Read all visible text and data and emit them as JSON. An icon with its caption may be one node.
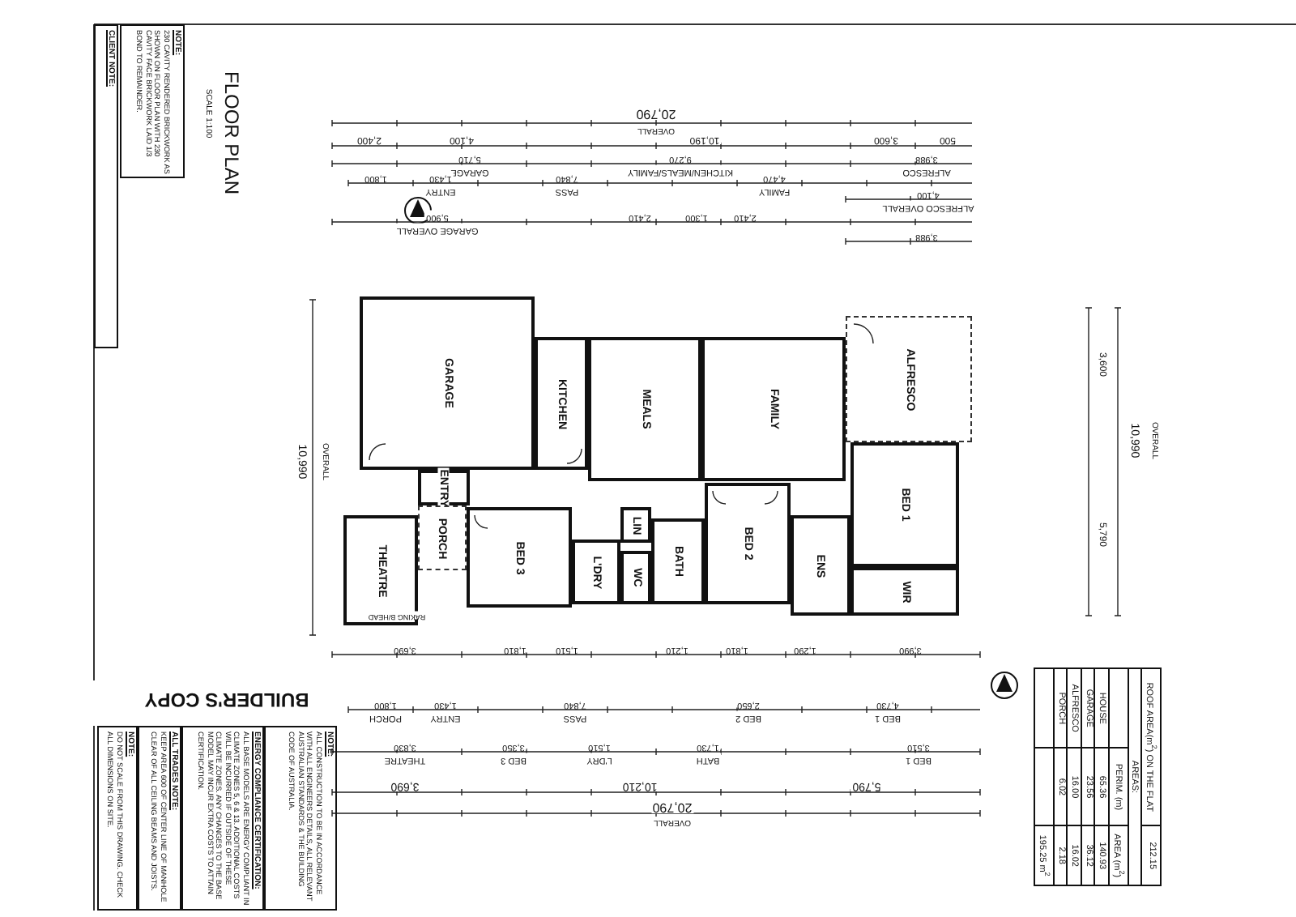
{
  "diagram": {
    "title": "FLOOR PLAN",
    "nodes": [
      {
        "text": [
          "GARAGE"
        ]
      },
      {
        "text": [
          "KITCHEN"
        ]
      },
      {
        "text": [
          "MEALS"
        ]
      },
      {
        "text": [
          "FAMILY"
        ]
      },
      {
        "text": [
          "ALFRESCO"
        ]
      },
      {
        "text": [
          "ENTRY"
        ]
      },
      {
        "text": [
          "PORCH"
        ]
      },
      {
        "text": [
          "THEATRE"
        ]
      },
      {
        "text": [
          "BED 3"
        ]
      },
      {
        "text": [
          "L'DRY"
        ]
      },
      {
        "text": [
          "LIN"
        ]
      },
      {
        "text": [
          "WC"
        ]
      },
      {
        "text": [
          "BATH"
        ]
      },
      {
        "text": [
          "BED 2"
        ]
      },
      {
        "text": [
          "ENS"
        ]
      },
      {
        "text": [
          "BED 1"
        ]
      },
      {
        "text": [
          "WIR"
        ]
      },
      {
        "text": [
          "NOTE:",
          "230 CAVITY RENDERED BRICKWORK AS SHOWN ON FLOOR PLAN WITH 230 CAVITY FACE BRICKWORK LAID 1/3 BOND TO REMAINDER."
        ]
      },
      {
        "text": [
          "CLIENT NOTE:"
        ]
      },
      {
        "text": [
          "NOTE:",
          "ALL CONSTRUCTION TO BE IN ACCORDANCE WITH ALL ENGINEERS DETAILS, ALL RELEVANT AUSTRALIAN STANDARDS & THE BUILDING CODE OF AUSTRALIA."
        ]
      },
      {
        "text": [
          "ENERGY COMPLIANCE CERTIFICATION:",
          "ALL BASE MODELS ARE ENERGY COMPLIANT IN CLIMATE ZONES 5, 6 & 13. ADDITIONAL COSTS WILL BE INCURRED IF OUTSIDE OF THESE CLIMATE ZONES. ANY CHANGES TO THE BASE MODEL MAY INCUR EXTRA COSTS TO ATTAIN CERTIFICATION."
        ]
      },
      {
        "text": [
          "ALL TRADES NOTE:",
          "KEEP AREA 600 OF CENTER LINE OF MANHOLE CLEAR OF ALL CEILING BEAMS AND JOISTS."
        ]
      },
      {
        "text": [
          "NOTE:",
          "DO NOT SCALE FROM THIS DRAWING. CHECK ALL DIMENSIONS ON SITE."
        ]
      }
    ],
    "labels": [
      "SCALE 1:100",
      "BUILDER'S COPY",
      "20,790",
      "OVERALL",
      "2,400",
      "4,100",
      "10,190",
      "3,600",
      "500",
      "5,710",
      "GARAGE",
      "9,270",
      "KITCHEN/MEALS/FAMILY",
      "3,988",
      "ALFRESCO",
      "1,800",
      "1,430",
      "ENTRY",
      "7,840",
      "PASS",
      "4,470",
      "FAMILY",
      "4,100",
      "ALFRESCO OVERALL",
      "5,900",
      "GARAGE OVERALL",
      "2,410",
      "1,300",
      "2,410",
      "3,988",
      "3,690",
      "1,810",
      "1,510",
      "1,210",
      "1,810",
      "1,290",
      "3,990",
      "1,800",
      "PORCH",
      "1,430",
      "ENTRY",
      "7,840",
      "PASS",
      "2,650",
      "BED 2",
      "4,730",
      "BED 1",
      "3,830",
      "THEATRE",
      "3,350",
      "BED 3",
      "1,510",
      "L'DRY",
      "1,730",
      "BATH",
      "3,510",
      "BED 1",
      "3,690",
      "10,210",
      "5,790",
      "20,790",
      "OVERALL",
      "10,990",
      "OVERALL",
      "10,990",
      "OVERALL",
      "3,600",
      "5,790",
      "RAKING B/HEAD",
      "ROOF AREA(m$^{2}$) ON THE FLAT",
      "212.15",
      "AREAS:",
      "PERIM. (m)",
      "AREA (m$^{2}$)",
      "HOUSE",
      "65.36",
      "140.93",
      "GARAGE",
      "23.56",
      "36.12",
      "ALFRESCO",
      "16.00",
      "16.02",
      "PORCH",
      "6.02",
      "2.18",
      "195.25 m$^{2}$"
    ]
  }
}
